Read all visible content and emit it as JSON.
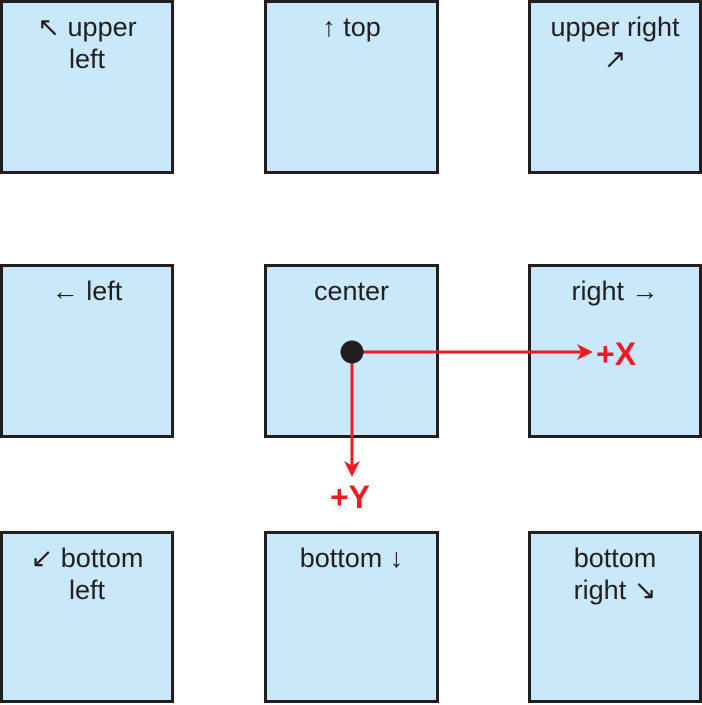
{
  "palette": {
    "box_fill": "#c9e8f9",
    "box_border": "#231f20",
    "text": "#231f20",
    "accent_red": "#ed1c24",
    "background": "#ffffff"
  },
  "grid": {
    "cells": [
      {
        "id": "upper-left",
        "label": "↖ upper\nleft"
      },
      {
        "id": "top",
        "label": "↑ top"
      },
      {
        "id": "upper-right",
        "label": "upper right\n↗"
      },
      {
        "id": "left",
        "label": "← left"
      },
      {
        "id": "center",
        "label": "center"
      },
      {
        "id": "right",
        "label": "right →"
      },
      {
        "id": "bottom-left",
        "label": "↙ bottom\nleft"
      },
      {
        "id": "bottom",
        "label": "bottom ↓"
      },
      {
        "id": "bottom-right",
        "label": "bottom\nright ↘"
      }
    ]
  },
  "axes": {
    "x_label": "+X",
    "y_label": "+Y",
    "origin_marker": "black-dot"
  }
}
